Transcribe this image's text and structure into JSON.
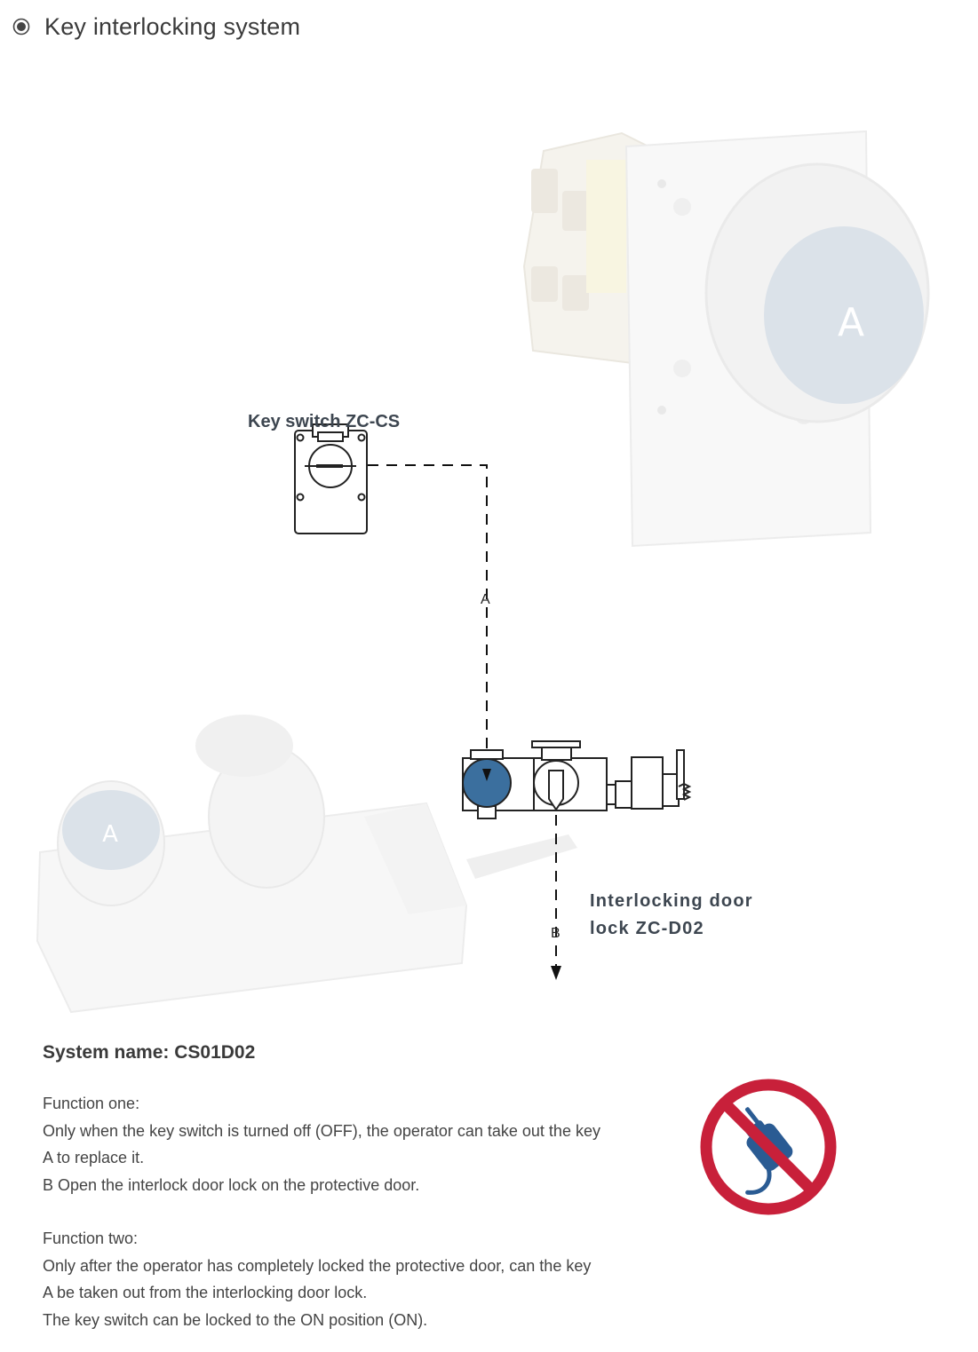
{
  "header": {
    "title": "Key interlocking system",
    "bullet_icon": "radio-bullet-icon"
  },
  "diagram": {
    "key_switch_label": "Key switch ZC-CS",
    "door_lock_label_line1": "Interlocking door",
    "door_lock_label_line2": "lock ZC-D02",
    "connector_a": "A",
    "connector_b": "B",
    "photo_key_letter": "A",
    "accent_color": "#3b6f9e",
    "photo_cap_color": "#bfcbd8"
  },
  "system": {
    "name": "System name: CS01D02",
    "function_one": [
      "Function one:",
      "Only when the key switch is turned off (OFF), the operator can take out the key",
      "A to replace it.",
      "B Open the interlock door lock on the protective door."
    ],
    "function_two": [
      "Function two:",
      "Only after the operator has completely locked the protective door, can the key",
      "A be taken out from the interlocking door lock.",
      "The key switch can be locked to the ON position (ON)."
    ]
  },
  "warning_icon": {
    "name": "no-plug-icon",
    "ring_color": "#c8203a",
    "plug_color": "#2a5b93"
  }
}
